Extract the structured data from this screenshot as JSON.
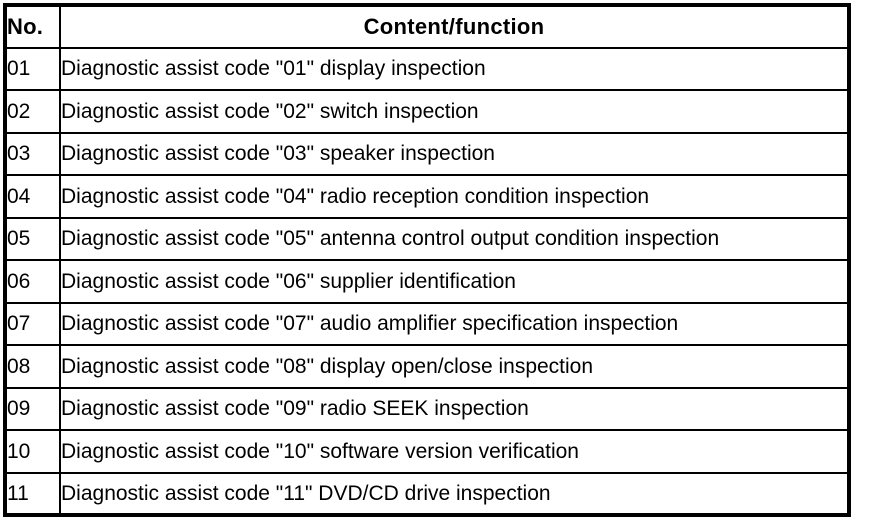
{
  "table": {
    "columns": [
      {
        "key": "no",
        "label": "No."
      },
      {
        "key": "content",
        "label": "Content/function"
      }
    ],
    "rows": [
      {
        "no": "01",
        "content": "Diagnostic assist code \"01\" display inspection"
      },
      {
        "no": "02",
        "content": "Diagnostic assist code \"02\" switch inspection"
      },
      {
        "no": "03",
        "content": "Diagnostic assist code \"03\" speaker inspection"
      },
      {
        "no": "04",
        "content": "Diagnostic assist code \"04\" radio reception condition inspection"
      },
      {
        "no": "05",
        "content": "Diagnostic assist code \"05\" antenna control output condition inspection"
      },
      {
        "no": "06",
        "content": "Diagnostic assist code \"06\" supplier identification"
      },
      {
        "no": "07",
        "content": "Diagnostic assist code \"07\" audio amplifier specification inspection"
      },
      {
        "no": "08",
        "content": "Diagnostic assist code \"08\" display open/close inspection"
      },
      {
        "no": "09",
        "content": "Diagnostic assist code \"09\" radio SEEK inspection"
      },
      {
        "no": "10",
        "content": "Diagnostic assist code \"10\" software version verification"
      },
      {
        "no": "11",
        "content": "Diagnostic assist code \"11\" DVD/CD drive inspection"
      }
    ]
  },
  "colors": {
    "border": "#000000",
    "background": "#ffffff",
    "text": "#000000"
  }
}
